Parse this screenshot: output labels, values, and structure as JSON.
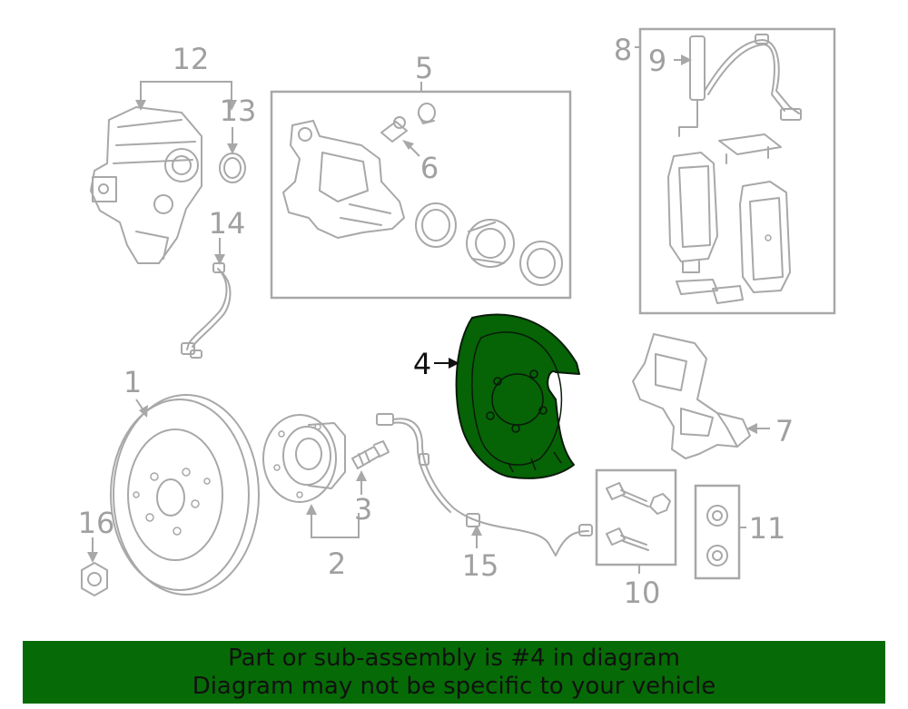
{
  "callouts": {
    "c1": "1",
    "c2": "2",
    "c3": "3",
    "c4": "4",
    "c5": "5",
    "c6": "6",
    "c7": "7",
    "c8": "8",
    "c9": "9",
    "c10": "10",
    "c11": "11",
    "c12": "12",
    "c13": "13",
    "c14": "14",
    "c15": "15",
    "c16": "16"
  },
  "highlighted_part": "4",
  "colors": {
    "highlight": "#066306",
    "banner": "#066b06",
    "line": "#a8a8a8",
    "text": "#111111"
  },
  "banner": {
    "line1": "Part or sub-assembly is #4 in diagram",
    "line2": "Diagram may not be specific to your vehicle"
  }
}
